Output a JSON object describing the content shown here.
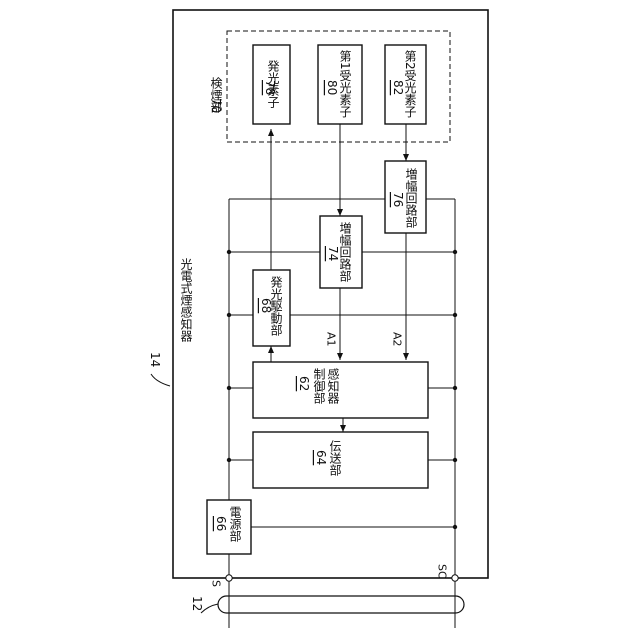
{
  "title": "光電式煙感知器",
  "ref_device": "14",
  "ref_line": "12",
  "detection": {
    "label": "検煙部",
    "ref": "70"
  },
  "terminals": {
    "s": "S",
    "sc": "SC"
  },
  "signals": {
    "a1": "A1",
    "a2": "A2"
  },
  "blocks": {
    "light_emitter": {
      "name": "発光素子",
      "num": "78"
    },
    "receiver1": {
      "name": "第1受光素子",
      "num": "80"
    },
    "receiver2": {
      "name": "第2受光素子",
      "num": "82"
    },
    "amp74": {
      "name": "増幅回路部",
      "num": "74"
    },
    "amp76": {
      "name": "増幅回路部",
      "num": "76"
    },
    "driver": {
      "name": "発光駆動部",
      "num": "68"
    },
    "controller": {
      "name_line1": "感知器",
      "name_line2": "制御部",
      "num": "62"
    },
    "transmitter": {
      "name": "伝送部",
      "num": "64"
    },
    "power": {
      "name": "電源部",
      "num": "66"
    }
  }
}
